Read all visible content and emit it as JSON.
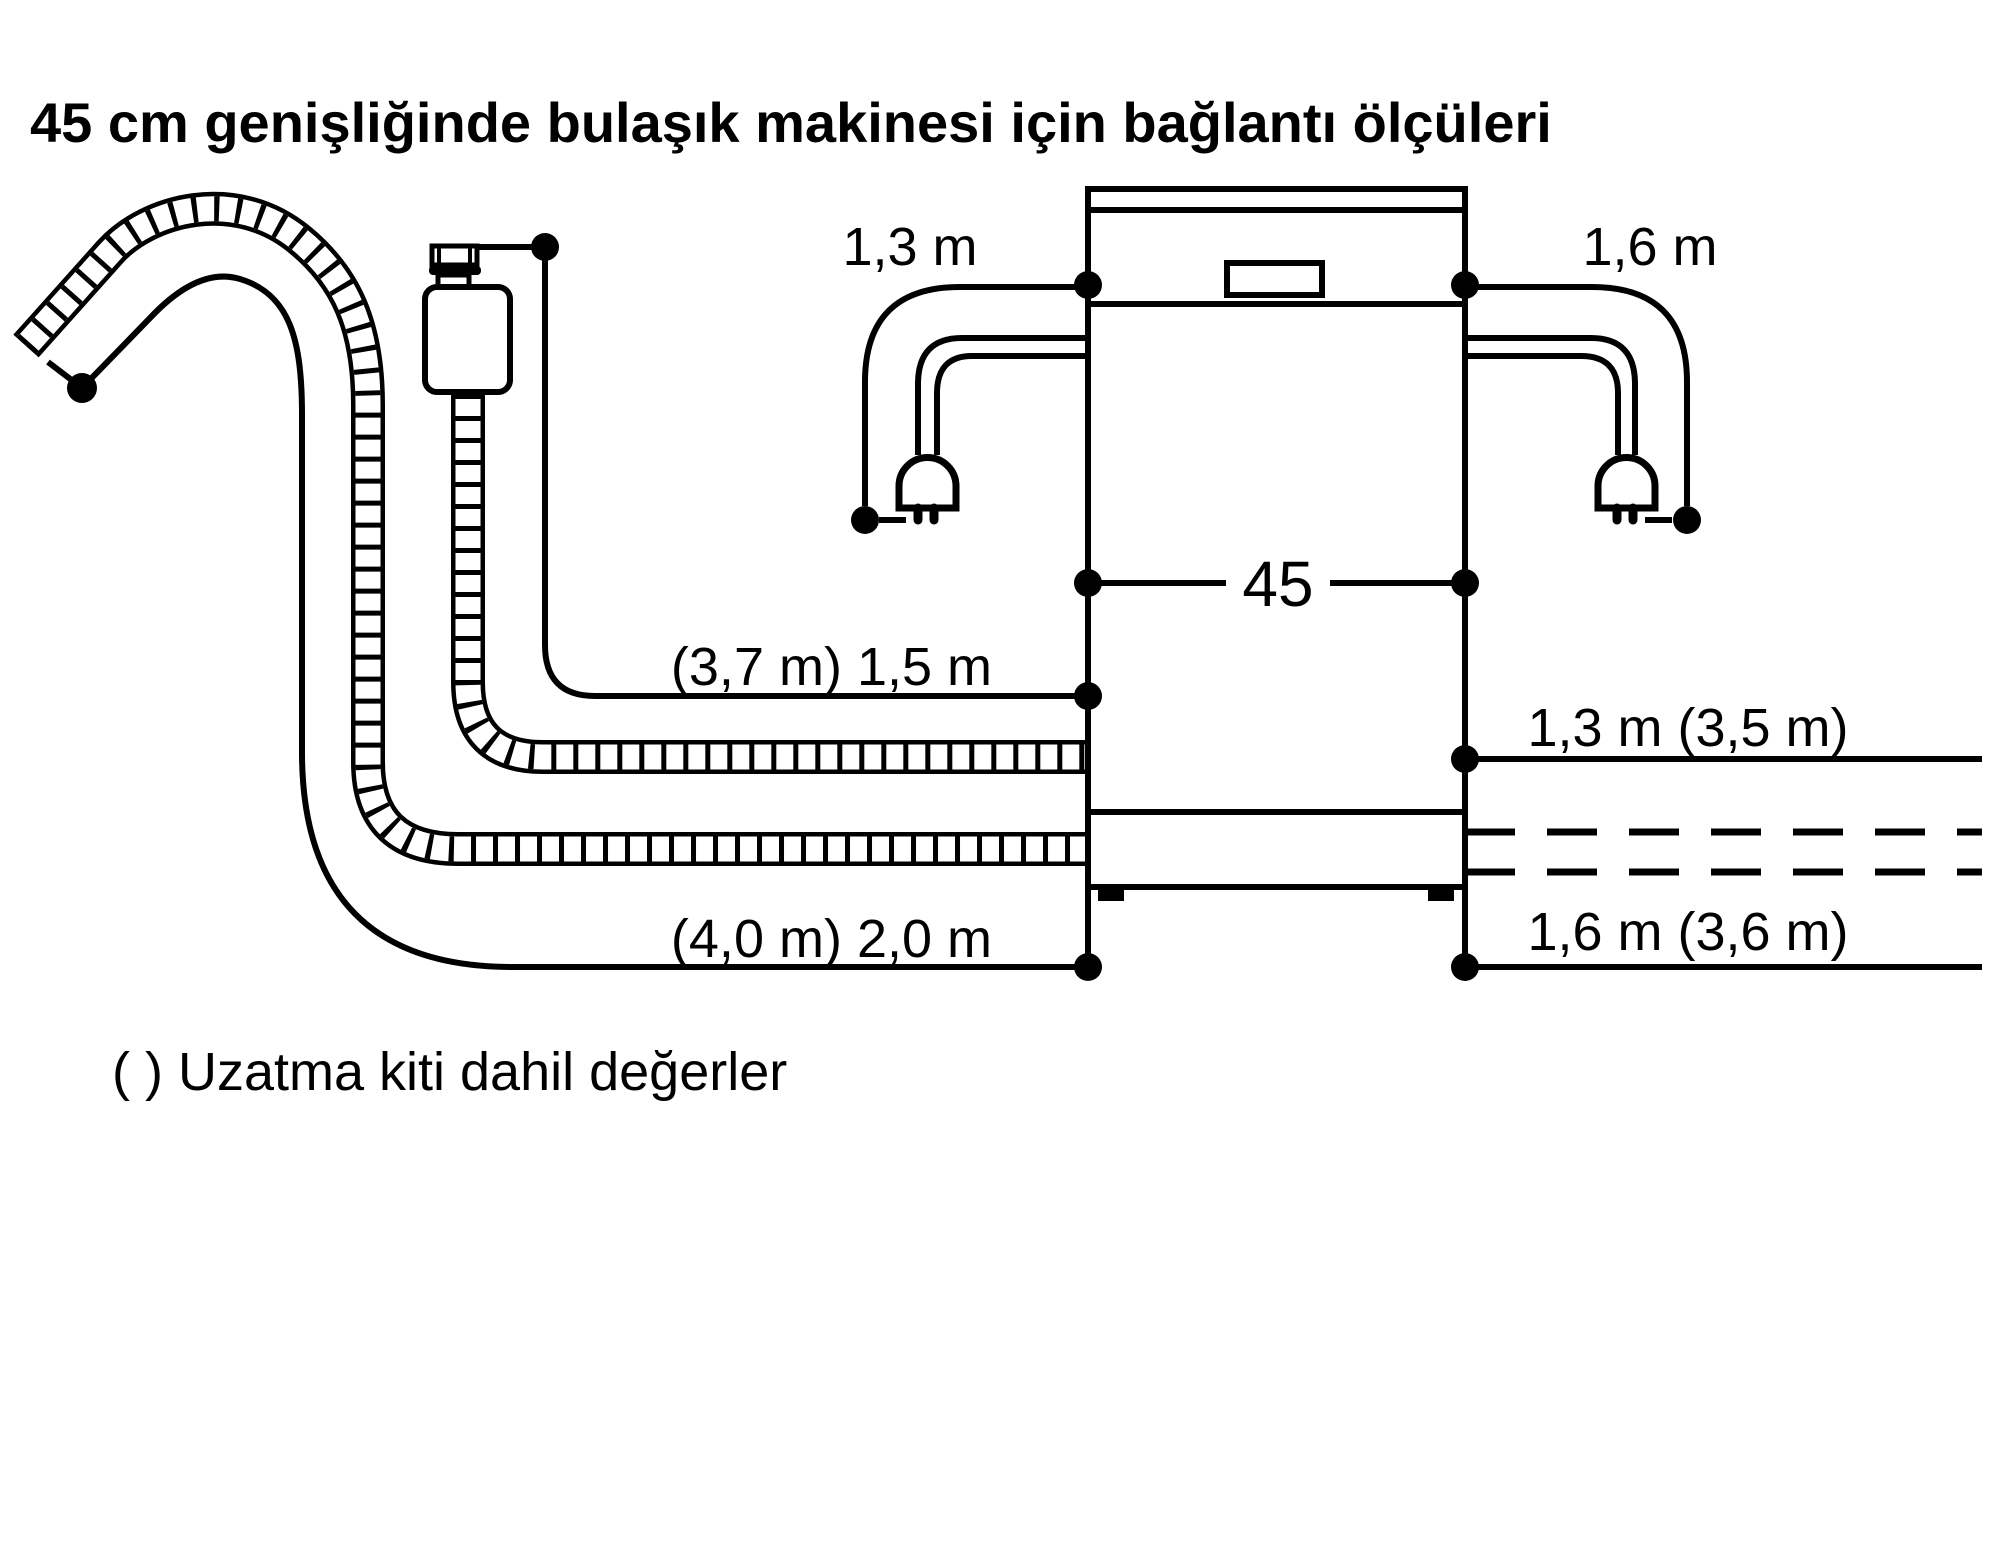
{
  "title": "45 cm genişliğinde bulaşık makinesi için bağlantı ölçüleri",
  "footnote": "( ) Uzatma kiti dahil değerler",
  "diagram": {
    "appliance": "dishwasher-front-view",
    "labels": {
      "cord_left": "1,3 m",
      "cord_right": "1,6 m",
      "width_cm": "45",
      "supply_hose": "(3,7 m) 1,5 m",
      "drain_hose": "(4,0 m) 2,0 m",
      "inlet_right": "1,3 m (3,5 m)",
      "drain_right": "1,6 m (3,6 m)"
    },
    "colors": {
      "line": "#000000",
      "background": "#ffffff"
    }
  }
}
